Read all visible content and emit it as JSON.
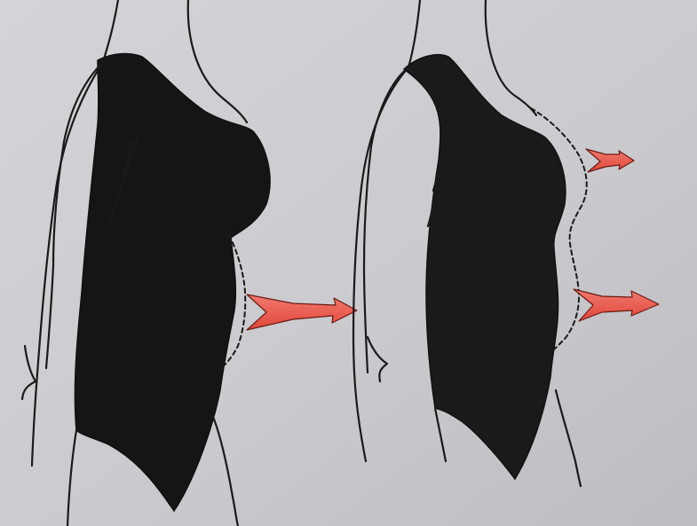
{
  "figures": [
    {
      "id": "left",
      "suit_color": "#151515",
      "arrows": [
        {
          "name": "belly-arrow"
        }
      ]
    },
    {
      "id": "right",
      "suit_color": "#1a1a1a",
      "arrows": [
        {
          "name": "chest-arrow"
        },
        {
          "name": "belly-arrow"
        }
      ]
    }
  ],
  "colors": {
    "paper": "#cfcfd3",
    "paper_shadow": "#b9b9be",
    "arrow_fill": "#e2463a",
    "arrow_highlight": "#f07a6e",
    "ink": "#1a1a1a"
  }
}
